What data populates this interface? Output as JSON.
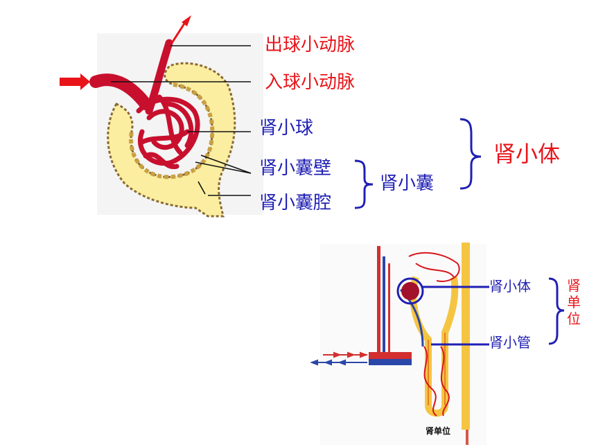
{
  "top_diagram": {
    "labels": {
      "efferent_arteriole": "出球小动脉",
      "afferent_arteriole": "入球小动脉",
      "glomerulus": "肾小球",
      "capsule_wall": "肾小囊壁",
      "capsule_cavity": "肾小囊腔",
      "capsule": "肾小囊",
      "renal_corpuscle": "肾小体"
    }
  },
  "bottom_diagram": {
    "labels": {
      "renal_corpuscle": "肾小体",
      "renal_tubule": "肾小管",
      "nephron_vertical": [
        "肾",
        "单",
        "位"
      ],
      "caption": "肾单位"
    }
  },
  "colors": {
    "red_label": "#e8141a",
    "blue_label": "#1f1fb4",
    "capsule_fill": "#fbeea0",
    "vessel_red": "#c8102e",
    "vessel_blue": "#2a46a8"
  }
}
